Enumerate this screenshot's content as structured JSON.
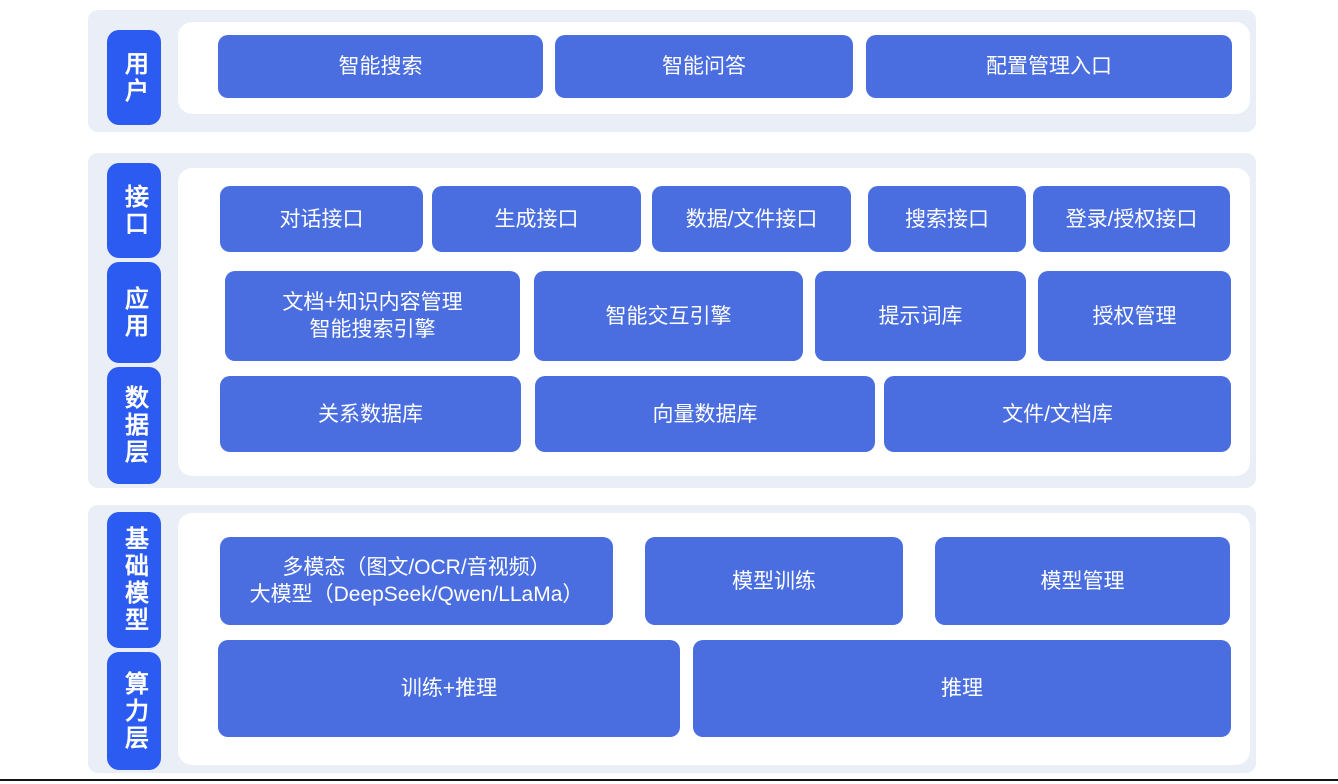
{
  "colors": {
    "label_blue": "#2b5bf0",
    "button_blue": "#4a6ee0",
    "band_background": "#e9eef7",
    "panel_background": "#ffffff",
    "text_white": "#ffffff",
    "baseline_dark": "#151515"
  },
  "sections": [
    {
      "name": "user-layer",
      "labels": [
        {
          "text": "用户"
        }
      ],
      "rows": [
        {
          "buttons": [
            {
              "label": "智能搜索"
            },
            {
              "label": "智能问答"
            },
            {
              "label": "配置管理入口"
            }
          ]
        }
      ]
    },
    {
      "name": "interface-application-data-layers",
      "labels": [
        {
          "text": "接口"
        },
        {
          "text": "应用"
        },
        {
          "text": "数据层"
        }
      ],
      "rows": [
        {
          "buttons": [
            {
              "label": "对话接口"
            },
            {
              "label": "生成接口"
            },
            {
              "label": "数据/文件接口"
            },
            {
              "label": "搜索接口"
            },
            {
              "label": "登录/授权接口"
            }
          ]
        },
        {
          "buttons": [
            {
              "line1": "文档+知识内容管理",
              "line2": "智能搜索引擎"
            },
            {
              "label": "智能交互引擎"
            },
            {
              "label": "提示词库"
            },
            {
              "label": "授权管理"
            }
          ]
        },
        {
          "buttons": [
            {
              "label": "关系数据库"
            },
            {
              "label": "向量数据库"
            },
            {
              "label": "文件/文档库"
            }
          ]
        }
      ]
    },
    {
      "name": "foundation-model-compute-layers",
      "labels": [
        {
          "text": "基础模型"
        },
        {
          "text": "算力层"
        }
      ],
      "rows": [
        {
          "buttons": [
            {
              "line1": "多模态（图文/OCR/音视频）",
              "line2": "大模型（DeepSeek/Qwen/LLaMa）"
            },
            {
              "label": "模型训练"
            },
            {
              "label": "模型管理"
            }
          ]
        },
        {
          "buttons": [
            {
              "label": "训练+推理"
            },
            {
              "label": "推理"
            }
          ]
        }
      ]
    }
  ]
}
